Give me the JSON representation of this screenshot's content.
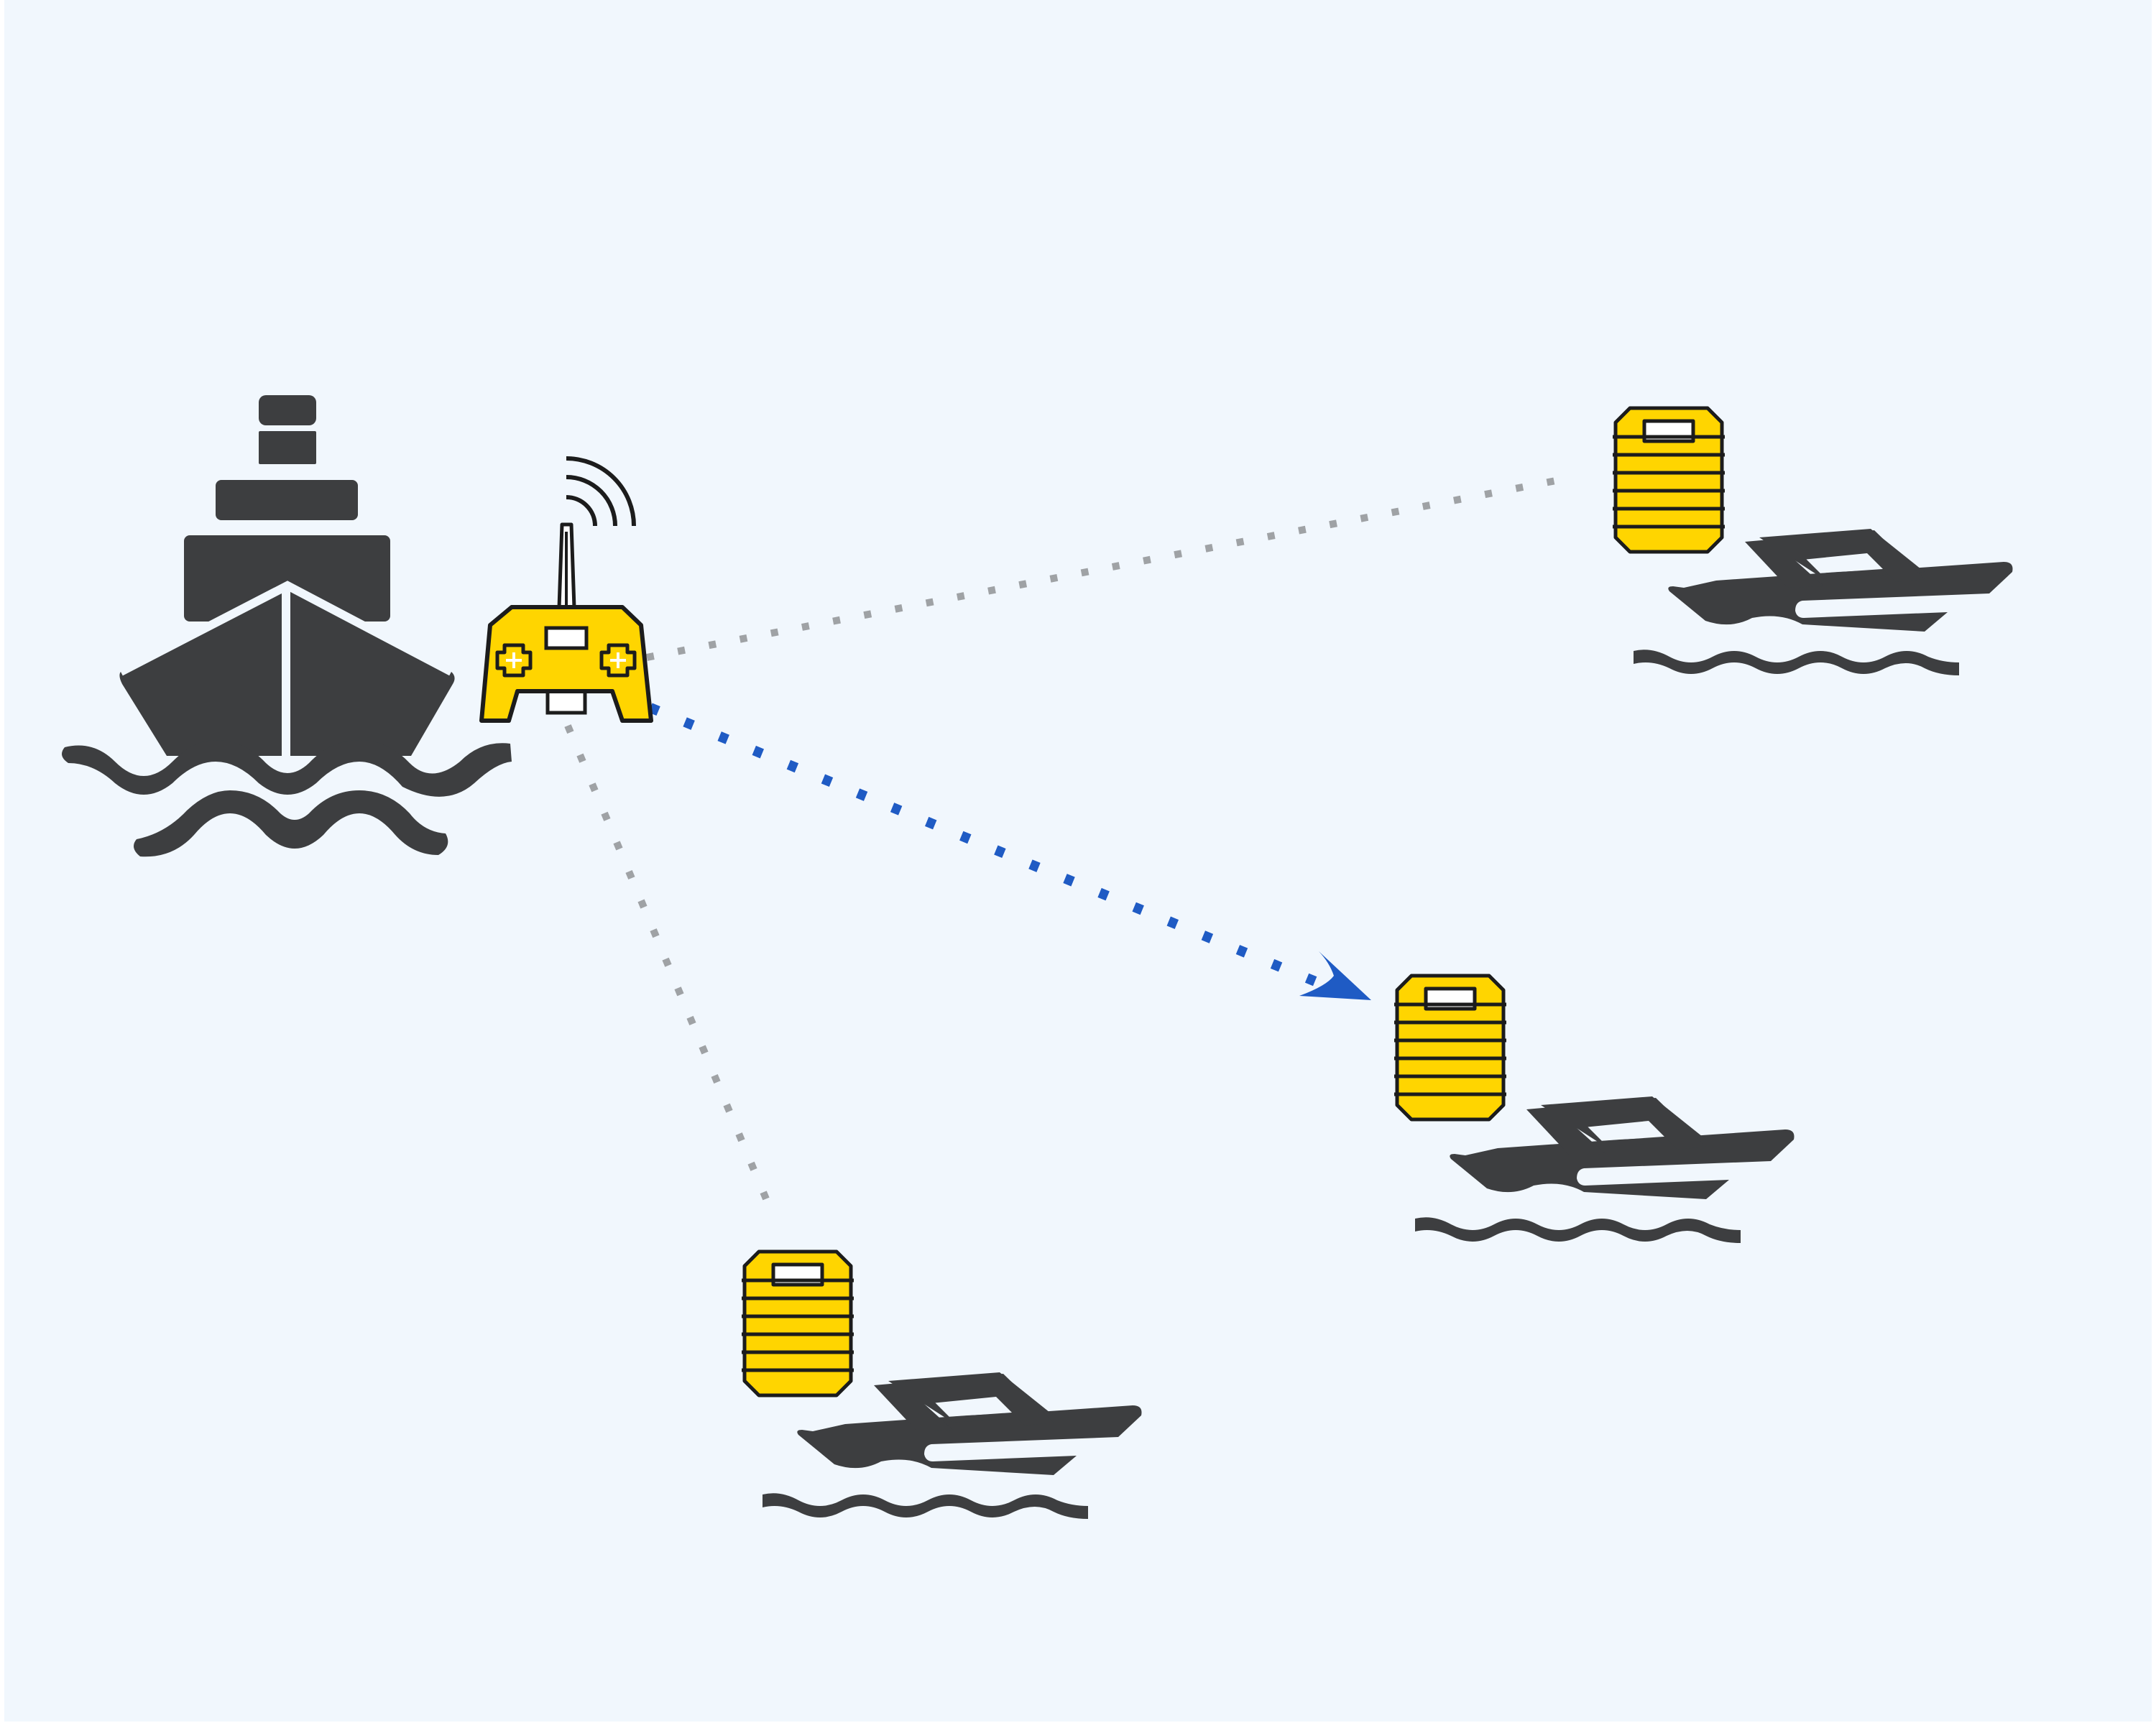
{
  "colors": {
    "background": "#f1f7fd",
    "icon_dark": "#3d3e40",
    "accent_yellow": "#ffd500",
    "outline": "#1c1c1c",
    "active_link": "#1f5bc4",
    "idle_link": "#9fa2a5"
  },
  "icons": {
    "mothership": "cargo-ship-icon",
    "controller": "remote-controller-icon",
    "signal": "wireless-signal-icon",
    "life_jacket": "life-jacket-icon",
    "vessel": "speedboat-icon"
  },
  "links": [
    {
      "target": "speedboat-top-right",
      "style": "dotted",
      "state": "idle"
    },
    {
      "target": "speedboat-middle-right",
      "style": "dotted-arrow",
      "state": "active"
    },
    {
      "target": "speedboat-bottom",
      "style": "dotted",
      "state": "idle"
    }
  ]
}
